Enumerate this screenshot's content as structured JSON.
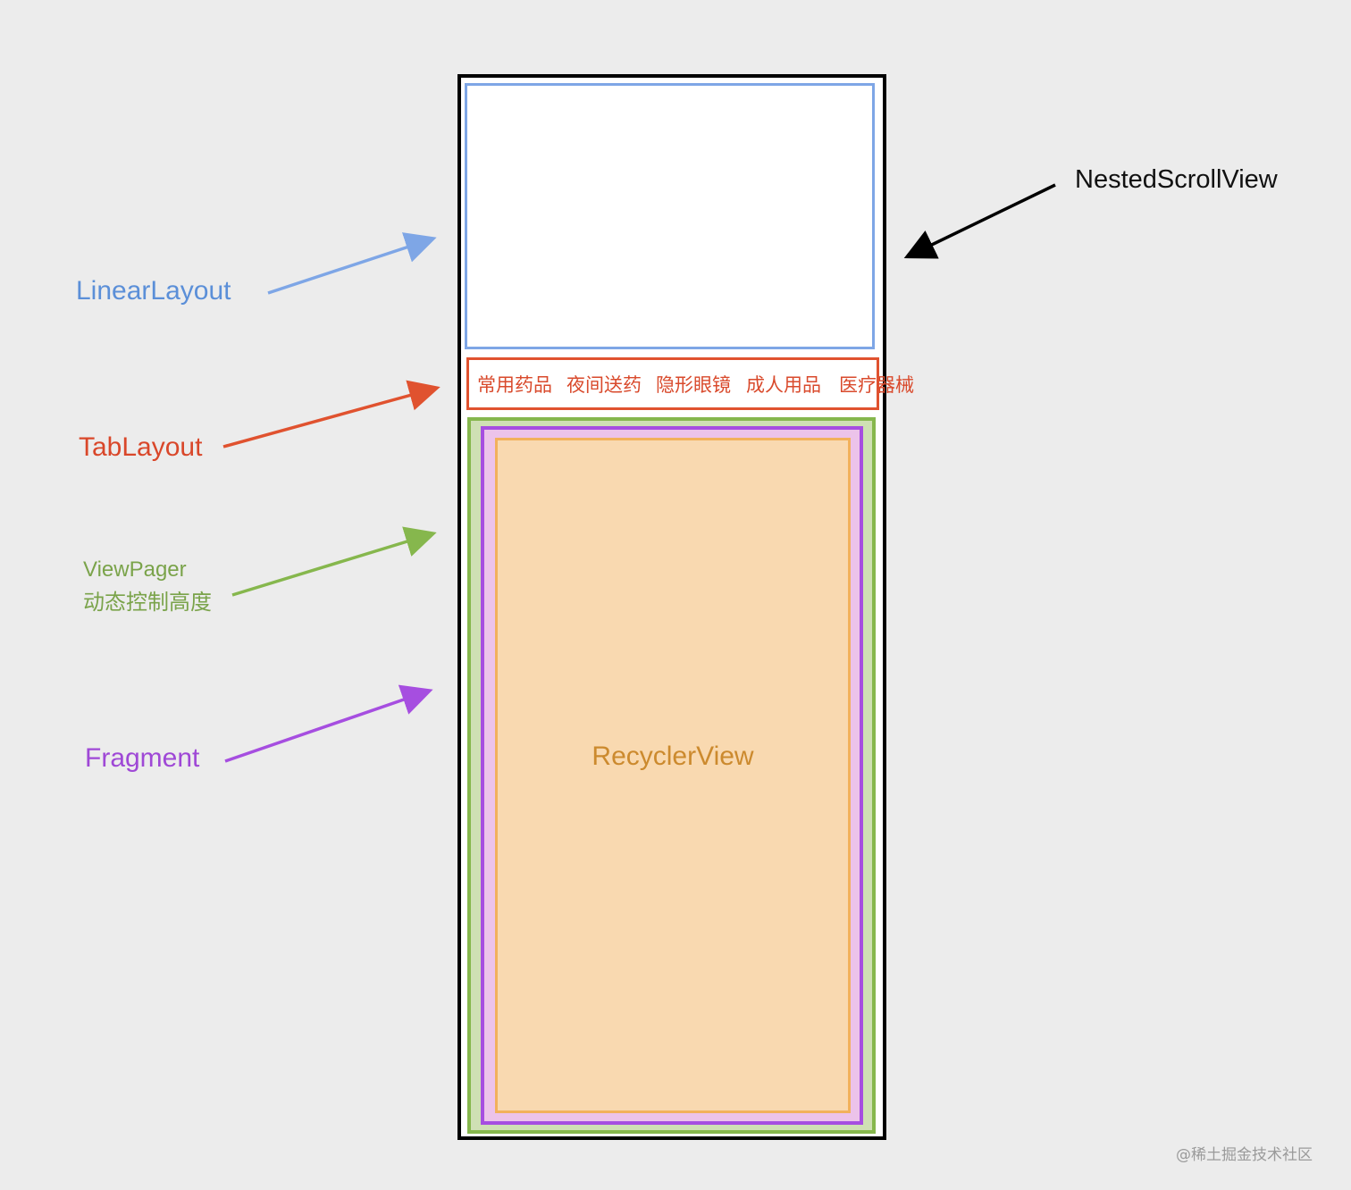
{
  "labels": {
    "nested_scroll_view": "NestedScrollView",
    "linear_layout": "LinearLayout",
    "tab_layout": "TabLayout",
    "view_pager_line1": "ViewPager",
    "view_pager_line2": "动态控制高度",
    "fragment": "Fragment",
    "recycler_view": "RecyclerView"
  },
  "tabs": [
    "常用药品",
    "夜间送药",
    "隐形眼镜",
    "成人用品",
    "医疗器械"
  ],
  "watermark": "@稀土掘金技术社区",
  "colors": {
    "nested_scroll_view": "#000000",
    "linear_layout": "#7ea6e6",
    "tab_layout": "#e0522f",
    "view_pager": "#86b74d",
    "fragment": "#a64ee0",
    "recycler_view": "#f2b15c",
    "background": "#ececec"
  }
}
